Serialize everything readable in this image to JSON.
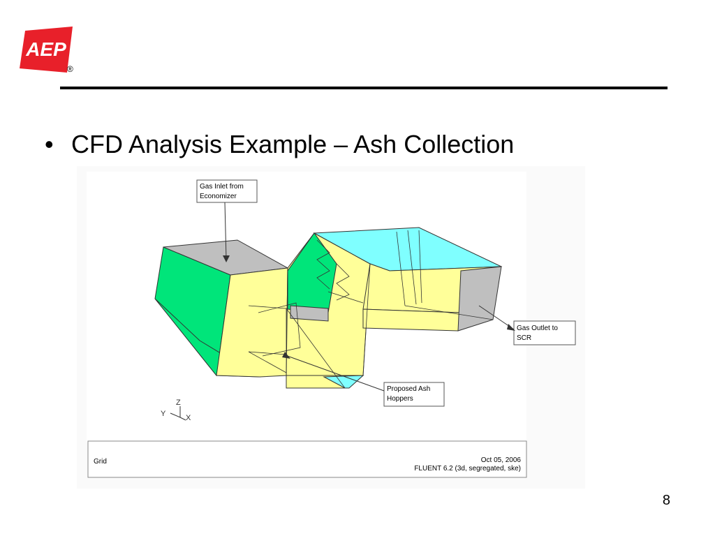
{
  "logo": {
    "text": "AEP",
    "registered": "®",
    "color": "#e8202a"
  },
  "bullet": {
    "symbol": "•",
    "text": "CFD Analysis Example – Ash Collection"
  },
  "figure": {
    "callouts": {
      "inlet": [
        "Gas Inlet from",
        "Economizer"
      ],
      "outlet": [
        "Gas Outlet to",
        "SCR"
      ],
      "hoppers": [
        "Proposed Ash",
        "Hoppers"
      ]
    },
    "axes": {
      "z": "Z",
      "y": "Y",
      "x": "X"
    },
    "footer": {
      "left": "Grid",
      "date": "Oct 05, 2006",
      "solver": "FLUENT 6.2 (3d, segregated, ske)"
    },
    "colors": {
      "green": "#00e57a",
      "yellow": "#ffff99",
      "gray": "#bfbfbf",
      "cyan": "#7fffff"
    }
  },
  "page_number": "8"
}
